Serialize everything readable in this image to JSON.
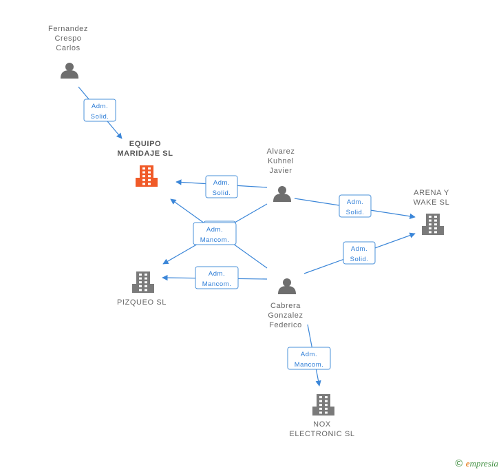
{
  "colors": {
    "edge": "#3b86d8",
    "person": "#6e6e6e",
    "company": "#7a7a7a",
    "company_main": "#f05a28",
    "badge_border": "#4a90d9"
  },
  "nodes": {
    "fernandez": {
      "type": "person",
      "icon": "person-icon",
      "label": [
        "Fernandez",
        "Crespo",
        "Carlos"
      ]
    },
    "equipo": {
      "type": "company",
      "main": true,
      "icon": "building-icon",
      "label": [
        "EQUIPO",
        "MARIDAJE SL"
      ]
    },
    "alvarez": {
      "type": "person",
      "icon": "person-icon",
      "label": [
        "Alvarez",
        "Kuhnel",
        "Javier"
      ]
    },
    "arena": {
      "type": "company",
      "icon": "building-icon",
      "label": [
        "ARENA Y",
        "WAKE SL"
      ]
    },
    "pizqueo": {
      "type": "company",
      "icon": "building-icon",
      "label": [
        "PIZQUEO SL"
      ]
    },
    "cabrera": {
      "type": "person",
      "icon": "person-icon",
      "label": [
        "Cabrera",
        "Gonzalez",
        "Federico"
      ]
    },
    "nox": {
      "type": "company",
      "icon": "building-icon",
      "label": [
        "NOX",
        "ELECTRONIC SL"
      ]
    }
  },
  "edges": [
    {
      "from": "fernandez",
      "to": "equipo",
      "label": [
        "Adm.",
        "Solid."
      ]
    },
    {
      "from": "alvarez",
      "to": "equipo",
      "label": [
        "Adm.",
        "Solid."
      ]
    },
    {
      "from": "alvarez",
      "to": "arena",
      "label": [
        "Adm.",
        "Solid."
      ]
    },
    {
      "from": "alvarez",
      "to": "pizqueo",
      "label": [
        "Adm.",
        "Solid."
      ]
    },
    {
      "from": "cabrera",
      "to": "equipo",
      "label": [
        "Adm.",
        "Mancom."
      ]
    },
    {
      "from": "cabrera",
      "to": "pizqueo",
      "label": [
        "Adm.",
        "Mancom."
      ]
    },
    {
      "from": "cabrera",
      "to": "arena",
      "label": [
        "Adm.",
        "Solid."
      ]
    },
    {
      "from": "cabrera",
      "to": "nox",
      "label": [
        "Adm.",
        "Mancom."
      ]
    }
  ],
  "footer": {
    "copyright": "©",
    "brand_first": "e",
    "brand_rest": "mpresia"
  }
}
